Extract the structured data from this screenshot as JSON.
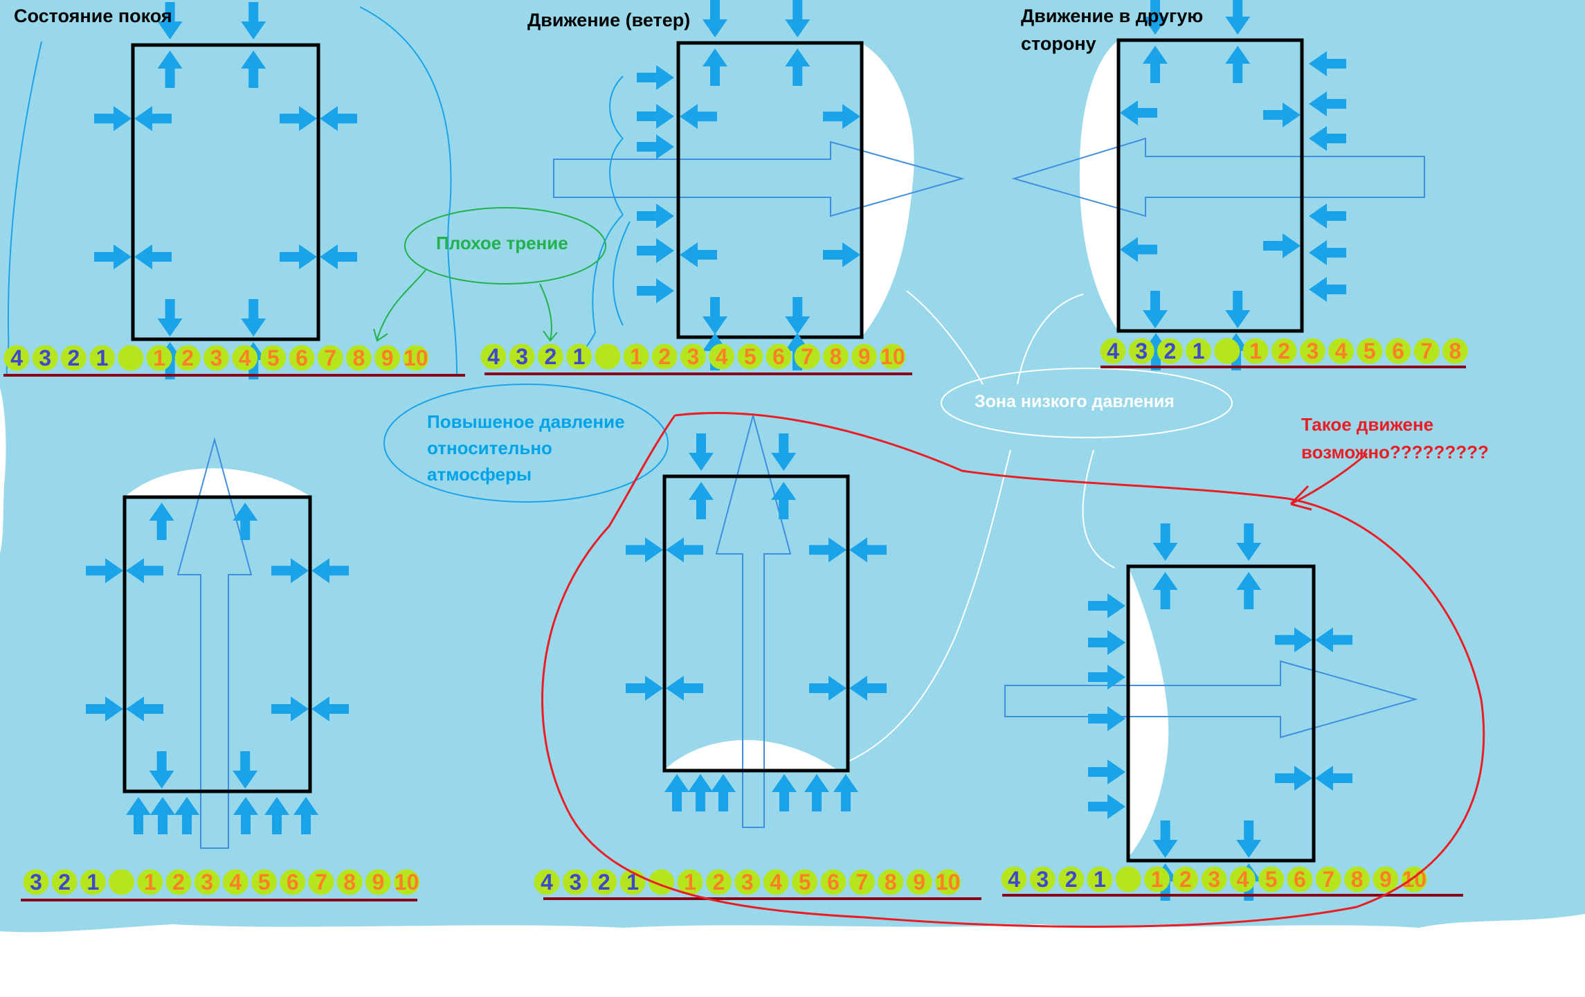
{
  "labels": {
    "rest": "Состояние покоя",
    "wind": "Движение (ветер)",
    "other_dir_1": "Движение в другую",
    "other_dir_2": "сторону",
    "friction": "Плохое трение",
    "high_pressure_1": "Повышеное давление",
    "high_pressure_2": "относительно",
    "high_pressure_3": "атмосферы",
    "low_pressure": "Зона низкого давления",
    "question_1": "Такое движене",
    "question_2": "возможно?????????"
  },
  "ball_rows": [
    [
      "4",
      "3",
      "2",
      "1",
      "",
      "1",
      "2",
      "3",
      "4",
      "5",
      "6",
      "7",
      "8",
      "9",
      "10"
    ],
    [
      "4",
      "3",
      "2",
      "1",
      "",
      "1",
      "2",
      "3",
      "4",
      "5",
      "6",
      "7",
      "8",
      "9",
      "10"
    ],
    [
      "4",
      "3",
      "2",
      "1",
      "",
      "1",
      "2",
      "3",
      "4",
      "5",
      "6",
      "7",
      "8"
    ],
    [
      "3",
      "2",
      "1",
      "",
      "1",
      "2",
      "3",
      "4",
      "5",
      "6",
      "7",
      "8",
      "9",
      "10"
    ],
    [
      "4",
      "3",
      "2",
      "1",
      "",
      "1",
      "2",
      "3",
      "4",
      "5",
      "6",
      "7",
      "8",
      "9",
      "10"
    ],
    [
      "4",
      "3",
      "2",
      "1",
      "",
      "1",
      "2",
      "3",
      "4",
      "5",
      "6",
      "7",
      "8",
      "9",
      "10"
    ]
  ],
  "colors": {
    "water": "#99d8ea",
    "arrow": "#1aa3e8",
    "ball": "#b5e61d",
    "num_left": "#3f48cc",
    "num_right": "#ff7f27",
    "ground": "#880015",
    "friction_text": "#22b14c",
    "pressure_text": "#00a2e8",
    "question_text": "#ed1c24",
    "low_text": "#ffffff"
  }
}
